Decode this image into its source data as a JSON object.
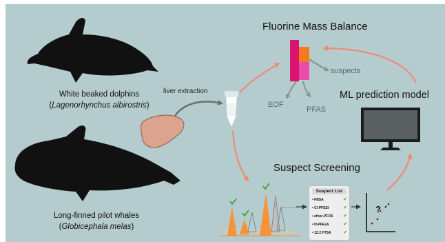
{
  "labels": {
    "fluorine_mass_balance": "Fluorine Mass Balance",
    "ml_model": "ML prediction model",
    "suspect_screening": "Suspect Screening",
    "liver_extraction": "liver extraction",
    "suspects": "suspects",
    "eof": "EOF",
    "pfas": "PFAS",
    "question_mark": "?",
    "ellipsis": "......"
  },
  "species": {
    "dolphin_common": "White beaked dolphins",
    "dolphin_latin": "Lagenorhynchus albirostris",
    "whale_common": "Long-finned pilot whales",
    "whale_latin": "Globicephala melas"
  },
  "suspect_list": {
    "title": "Suspect List",
    "items": [
      "FBSA",
      "Cl-PFESI",
      "ether-PFOS",
      "H-PFEsA",
      "12:2 FTSA"
    ]
  },
  "colors": {
    "background": "#b5cccf",
    "fmb_magenta": "#d9136f",
    "fmb_orange": "#f37b1d",
    "fmb_pink": "#e94ca6",
    "arrow_salmon": "#ef8a72",
    "arrow_grey": "#6b6f72",
    "peak_orange": "#f6923a",
    "check_green": "#2fa02a",
    "liver": "#dba48e",
    "silhouette": "#111111"
  }
}
